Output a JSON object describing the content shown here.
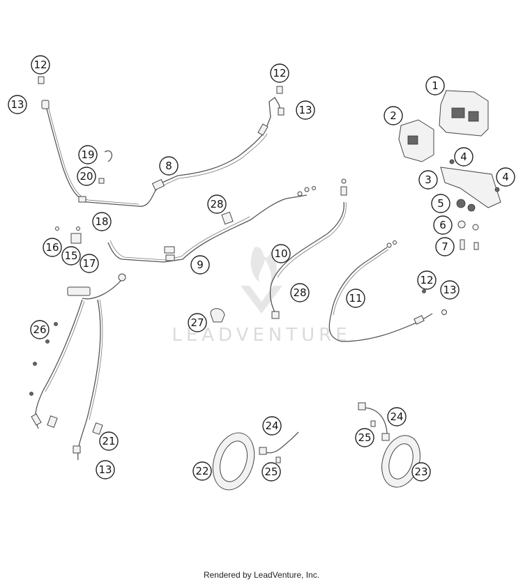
{
  "watermark": "LEADVENTURE",
  "footer": "Rendered by LeadVenture, Inc.",
  "callouts": [
    "1",
    "2",
    "3",
    "4",
    "4",
    "5",
    "6",
    "7",
    "8",
    "9",
    "10",
    "11",
    "12",
    "12",
    "12",
    "13",
    "13",
    "13",
    "13",
    "15",
    "16",
    "17",
    "18",
    "19",
    "20",
    "21",
    "22",
    "23",
    "24",
    "24",
    "25",
    "25",
    "26",
    "27",
    "28",
    "28"
  ]
}
